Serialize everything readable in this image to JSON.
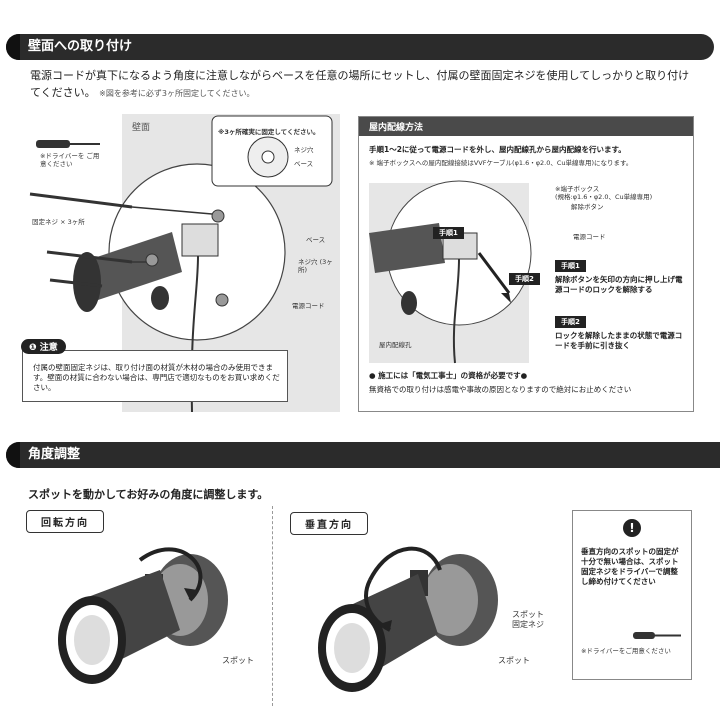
{
  "section1": {
    "title": "壁面への取り付け",
    "intro_main": "電源コードが真下になるよう角度に注意しながらベースを任意の場所にセットし、付属の壁面固定ネジを使用してしっかりと取り付けてください。",
    "intro_note": "※図を参考に必ず3ヶ所固定してください。",
    "wall_label": "壁面",
    "driver_note": "※ドライバーを ご用意ください",
    "screws_label": "固定ネジ × 3ヶ所",
    "callout_title": "※3ヶ所確実に固定してください。",
    "callout_screw_hole": "ネジ穴",
    "callout_base": "ベース",
    "label_base": "ベース",
    "label_screw_hole": "ネジ穴 (3ヶ所)",
    "label_power_cord": "電源コード",
    "caution_title": "注意",
    "caution_text": "付属の壁面固定ネジは、取り付け面の材質が木材の場合のみ使用できます。壁面の材質に合わない場合は、専門店で適切なものをお買い求めください。"
  },
  "indoor": {
    "title": "屋内配線方法",
    "step_intro": "手順1〜2に従って電源コードを外し、屋内配線孔から屋内配線を行います。",
    "vvf_note": "※ 端子ボックスへの屋内配線接続はVVFケーブル(φ1.6・φ2.0、Cu単線専用)になります。",
    "terminal_box": "※端子ボックス",
    "terminal_box_spec": "(規格:φ1.6・φ2.0、Cu単線専用)",
    "release_button": "解除ボタン",
    "power_cord": "電源コード",
    "hole_label": "屋内配線孔",
    "badge1": "手順1",
    "badge2": "手順2",
    "step1_title": "手順1",
    "step1_text": "解除ボタンを矢印の方向に押し上げ電源コードのロックを解除する",
    "step2_title": "手順2",
    "step2_text": "ロックを解除したままの状態で電源コードを手前に引き抜く",
    "license_note": "● 施工には「電気工事士」の資格が必要です●",
    "license_sub": "無資格での取り付けは感電や事故の原因となりますので絶対にお止めください"
  },
  "section2": {
    "title": "角度調整",
    "intro": "スポットを動かしてお好みの角度に調整します。",
    "rotate_label": "回転方向",
    "vertical_label": "垂直方向",
    "spot_label": "スポット",
    "spot_label2": "スポット",
    "spot_screw": "スポット 固定ネジ",
    "notice_text": "垂直方向のスポットの固定が十分で無い場合は、スポット固定ネジをドライバーで調整し締め付けてください",
    "notice_driver": "※ドライバーをご用意ください"
  }
}
